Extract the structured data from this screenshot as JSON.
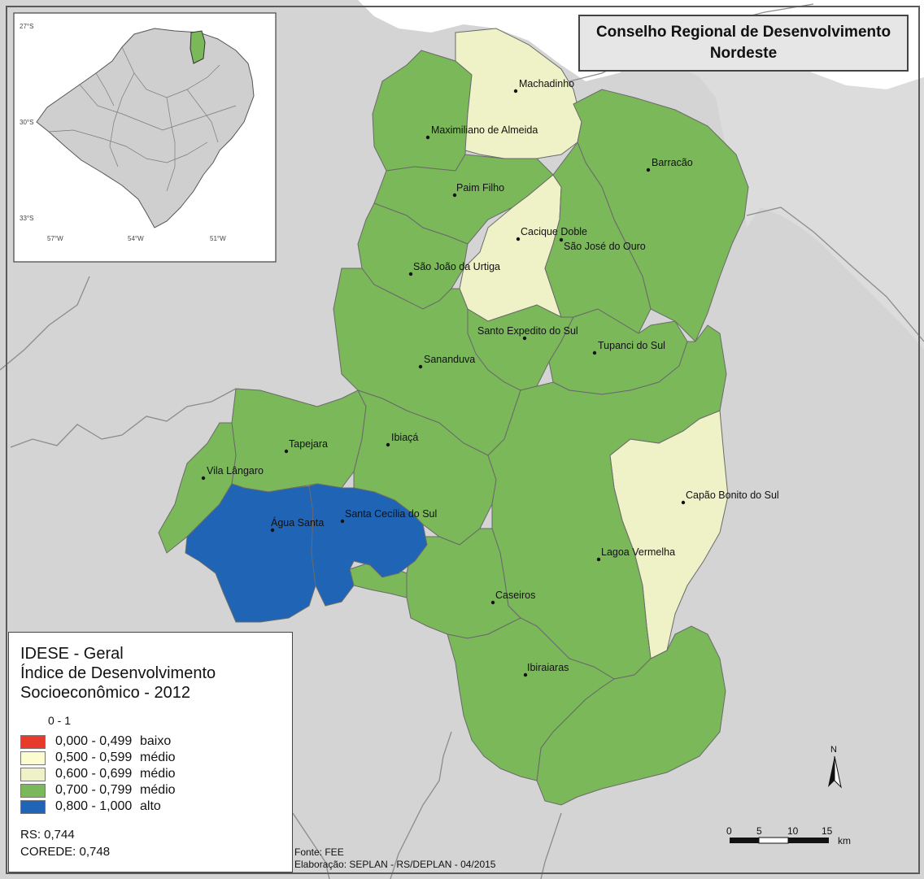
{
  "map": {
    "title_line1": "Conselho Regional de Desenvolvimento",
    "title_line2": "Nordeste",
    "colors": {
      "background": "#d4d4d4",
      "baixo": "#e83a2b",
      "medio_low": "#fdfbd0",
      "medio_mid": "#eef2c6",
      "medio_high": "#7ab85a",
      "alto": "#1f64b5"
    },
    "places": [
      {
        "name": "Machadinho",
        "class": "0,600 - 0,699"
      },
      {
        "name": "Maximiliano de Almeida",
        "class": "0,700 - 0,799"
      },
      {
        "name": "Barracão",
        "class": "0,700 - 0,799"
      },
      {
        "name": "Paim Filho",
        "class": "0,700 - 0,799"
      },
      {
        "name": "Cacique Doble",
        "class": "0,600 - 0,699"
      },
      {
        "name": "São José do Ouro",
        "class": "0,700 - 0,799"
      },
      {
        "name": "São João da Urtiga",
        "class": "0,700 - 0,799"
      },
      {
        "name": "Santo Expedito do Sul",
        "class": "0,700 - 0,799"
      },
      {
        "name": "Tupanci do Sul",
        "class": "0,700 - 0,799"
      },
      {
        "name": "Sananduva",
        "class": "0,700 - 0,799"
      },
      {
        "name": "Tapejara",
        "class": "0,700 - 0,799"
      },
      {
        "name": "Ibiaçá",
        "class": "0,700 - 0,799"
      },
      {
        "name": "Vila Lângaro",
        "class": "0,700 - 0,799"
      },
      {
        "name": "Capão Bonito do Sul",
        "class": "0,600 - 0,699"
      },
      {
        "name": "Água Santa",
        "class": "0,800 - 1,000"
      },
      {
        "name": "Santa Cecília do Sul",
        "class": "0,800 - 1,000"
      },
      {
        "name": "Lagoa Vermelha",
        "class": "0,700 - 0,799"
      },
      {
        "name": "Caseiros",
        "class": "0,700 - 0,799"
      },
      {
        "name": "Ibiraiaras",
        "class": "0,700 - 0,799"
      }
    ]
  },
  "inset": {
    "lat_labels": [
      "27°S",
      "30°S",
      "33°S"
    ],
    "lon_labels": [
      "57°W",
      "54°W",
      "51°W"
    ]
  },
  "legend": {
    "title1": "IDESE  - Geral",
    "title2": "Índice de Desenvolvimento",
    "title3": "Socioeconômico - 2012",
    "range": "0 - 1",
    "items": [
      {
        "range": "0,000 - 0,499",
        "label": "baixo",
        "color": "#e83a2b"
      },
      {
        "range": "0,500 - 0,599",
        "label": "médio",
        "color": "#fdfbd0"
      },
      {
        "range": "0,600 - 0,699",
        "label": "médio",
        "color": "#eef2c6"
      },
      {
        "range": "0,700 - 0,799",
        "label": "médio",
        "color": "#7ab85a"
      },
      {
        "range": "0,800 - 1,000",
        "label": "alto",
        "color": "#1f64b5"
      }
    ],
    "rs": "RS: 0,744",
    "corede": "COREDE: 0,748"
  },
  "source": {
    "line1": "Fonte: FEE",
    "line2": "Elaboração: SEPLAN - RS/DEPLAN - 04/2015"
  },
  "scalebar": {
    "ticks": [
      "0",
      "5",
      "10",
      "15"
    ],
    "unit": "km"
  },
  "north_label": "N"
}
